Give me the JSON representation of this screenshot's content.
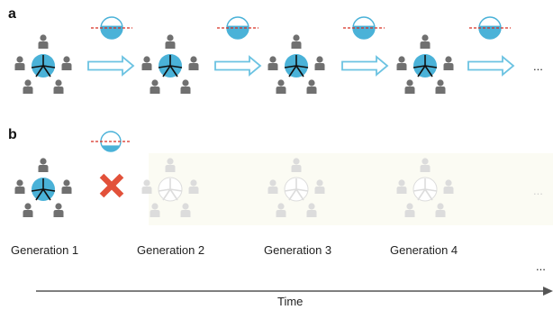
{
  "panels": [
    {
      "label": "a",
      "steps": 4,
      "continues": "...",
      "transmission": "success"
    },
    {
      "label": "b",
      "steps": 1,
      "continues": "...",
      "transmission": "failure"
    }
  ],
  "generations": [
    "Generation 1",
    "Generation 2",
    "Generation 3",
    "Generation 4"
  ],
  "generations_continue": "...",
  "axis": {
    "label": "Time"
  },
  "colors": {
    "hub": "#4ab2d8",
    "person": "#707070",
    "arrow": "#6cc3e2",
    "threshold": "#d62d20",
    "cross": "#e2513a",
    "faded": "#dcdcdc",
    "axis": "#555555"
  }
}
